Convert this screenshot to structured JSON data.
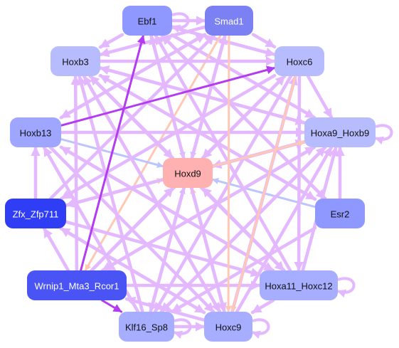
{
  "nodes": [
    {
      "id": "Ebf1",
      "label": "Ebf1",
      "fill": "#8f98ff",
      "text_color": "#111111"
    },
    {
      "id": "Smad1",
      "label": "Smad1",
      "fill": "#7b80f2",
      "text_color": "#ffffff"
    },
    {
      "id": "Hoxb3",
      "label": "Hoxb3",
      "fill": "#b7bcff",
      "text_color": "#111111"
    },
    {
      "id": "Hoxc6",
      "label": "Hoxc6",
      "fill": "#b7bcff",
      "text_color": "#111111"
    },
    {
      "id": "Hoxb13",
      "label": "Hoxb13",
      "fill": "#9fa6ff",
      "text_color": "#111111"
    },
    {
      "id": "Hoxa9_Hoxb9",
      "label": "Hoxa9_Hoxb9",
      "fill": "#b7bcff",
      "text_color": "#111111"
    },
    {
      "id": "Hoxd9",
      "label": "Hoxd9",
      "fill": "#ffb0b0",
      "text_color": "#111111"
    },
    {
      "id": "Zfx_Zfp711",
      "label": "Zfx_Zfp711",
      "fill": "#2f3ef5",
      "text_color": "#ffffff"
    },
    {
      "id": "Esr2",
      "label": "Esr2",
      "fill": "#8f98ff",
      "text_color": "#111111"
    },
    {
      "id": "Wrnip1_Mta3_Rcor1",
      "label": "Wrnip1_Mta3_Rcor1",
      "fill": "#4a54f5",
      "text_color": "#ffffff"
    },
    {
      "id": "Hoxa11_Hoxc12",
      "label": "Hoxa11_Hoxc12",
      "fill": "#a7aeff",
      "text_color": "#111111"
    },
    {
      "id": "Klf16_Sp8",
      "label": "Klf16_Sp8",
      "fill": "#a7aeff",
      "text_color": "#111111"
    },
    {
      "id": "Hoxc9",
      "label": "Hoxc9",
      "fill": "#a7aeff",
      "text_color": "#111111"
    }
  ],
  "edge_colors": {
    "pink": "#e3b8ff",
    "blue": "#bcc4ff",
    "salmon": "#ffc8b4",
    "purple": "#b23cf0"
  },
  "edges": [
    {
      "from": "Ebf1",
      "to": "Smad1",
      "color": "pink"
    },
    {
      "from": "Ebf1",
      "to": "Hoxc6",
      "color": "pink"
    },
    {
      "from": "Ebf1",
      "to": "Hoxb3",
      "color": "pink"
    },
    {
      "from": "Ebf1",
      "to": "Hoxd9",
      "color": "blue"
    },
    {
      "from": "Ebf1",
      "to": "Hoxa9_Hoxb9",
      "color": "pink"
    },
    {
      "from": "Ebf1",
      "to": "Hoxc9",
      "color": "pink"
    },
    {
      "from": "Ebf1",
      "to": "Esr2",
      "color": "pink"
    },
    {
      "from": "Smad1",
      "to": "Hoxc6",
      "color": "pink"
    },
    {
      "from": "Smad1",
      "to": "Hoxb3",
      "color": "pink"
    },
    {
      "from": "Smad1",
      "to": "Hoxd9",
      "color": "blue"
    },
    {
      "from": "Smad1",
      "to": "Hoxb13",
      "color": "pink"
    },
    {
      "from": "Smad1",
      "to": "Klf16_Sp8",
      "color": "pink"
    },
    {
      "from": "Smad1",
      "to": "Wrnip1_Mta3_Rcor1",
      "color": "salmon"
    },
    {
      "from": "Hoxb3",
      "to": "Hoxc6",
      "color": "pink"
    },
    {
      "from": "Hoxb3",
      "to": "Hoxd9",
      "color": "pink"
    },
    {
      "from": "Hoxb3",
      "to": "Hoxa9_Hoxb9",
      "color": "pink"
    },
    {
      "from": "Hoxb3",
      "to": "Hoxc9",
      "color": "pink"
    },
    {
      "from": "Hoxb3",
      "to": "Hoxa11_Hoxc12",
      "color": "pink"
    },
    {
      "from": "Hoxb3",
      "to": "Esr2",
      "color": "pink"
    },
    {
      "from": "Hoxc6",
      "to": "Hoxd9",
      "color": "pink"
    },
    {
      "from": "Hoxc6",
      "to": "Hoxa9_Hoxb9",
      "color": "pink"
    },
    {
      "from": "Hoxc6",
      "to": "Zfx_Zfp711",
      "color": "pink"
    },
    {
      "from": "Hoxc6",
      "to": "Klf16_Sp8",
      "color": "pink"
    },
    {
      "from": "Hoxc6",
      "to": "Hoxa11_Hoxc12",
      "color": "pink"
    },
    {
      "from": "Hoxb13",
      "to": "Hoxd9",
      "color": "blue"
    },
    {
      "from": "Hoxb13",
      "to": "Hoxa9_Hoxb9",
      "color": "pink"
    },
    {
      "from": "Hoxb13",
      "to": "Hoxc6",
      "color": "purple"
    },
    {
      "from": "Hoxb13",
      "to": "Hoxa11_Hoxc12",
      "color": "pink"
    },
    {
      "from": "Hoxb13",
      "to": "Hoxc9",
      "color": "pink"
    },
    {
      "from": "Hoxb13",
      "to": "Smad1",
      "color": "pink"
    },
    {
      "from": "Hoxa9_Hoxb9",
      "to": "Hoxd9",
      "color": "pink"
    },
    {
      "from": "Hoxa9_Hoxb9",
      "to": "Zfx_Zfp711",
      "color": "pink"
    },
    {
      "from": "Hoxa9_Hoxb9",
      "to": "Wrnip1_Mta3_Rcor1",
      "color": "pink"
    },
    {
      "from": "Hoxa9_Hoxb9",
      "to": "Klf16_Sp8",
      "color": "pink"
    },
    {
      "from": "Hoxa9_Hoxb9",
      "to": "Hoxb3",
      "color": "pink"
    },
    {
      "from": "Zfx_Zfp711",
      "to": "Hoxd9",
      "color": "salmon"
    },
    {
      "from": "Zfx_Zfp711",
      "to": "Hoxa9_Hoxb9",
      "color": "pink"
    },
    {
      "from": "Zfx_Zfp711",
      "to": "Hoxa11_Hoxc12",
      "color": "pink"
    },
    {
      "from": "Zfx_Zfp711",
      "to": "Hoxc9",
      "color": "pink"
    },
    {
      "from": "Zfx_Zfp711",
      "to": "Hoxb13",
      "color": "pink"
    },
    {
      "from": "Zfx_Zfp711",
      "to": "Smad1",
      "color": "pink"
    },
    {
      "from": "Esr2",
      "to": "Hoxd9",
      "color": "blue"
    },
    {
      "from": "Esr2",
      "to": "Hoxa9_Hoxb9",
      "color": "pink"
    },
    {
      "from": "Esr2",
      "to": "Hoxb3",
      "color": "pink"
    },
    {
      "from": "Esr2",
      "to": "Klf16_Sp8",
      "color": "pink"
    },
    {
      "from": "Esr2",
      "to": "Ebf1",
      "color": "pink"
    },
    {
      "from": "Wrnip1_Mta3_Rcor1",
      "to": "Hoxd9",
      "color": "pink"
    },
    {
      "from": "Wrnip1_Mta3_Rcor1",
      "to": "Ebf1",
      "color": "purple"
    },
    {
      "from": "Wrnip1_Mta3_Rcor1",
      "to": "Klf16_Sp8",
      "color": "purple"
    },
    {
      "from": "Wrnip1_Mta3_Rcor1",
      "to": "Hoxa11_Hoxc12",
      "color": "pink"
    },
    {
      "from": "Wrnip1_Mta3_Rcor1",
      "to": "Hoxc6",
      "color": "pink"
    },
    {
      "from": "Wrnip1_Mta3_Rcor1",
      "to": "Hoxa9_Hoxb9",
      "color": "pink"
    },
    {
      "from": "Wrnip1_Mta3_Rcor1",
      "to": "Hoxb3",
      "color": "pink"
    },
    {
      "from": "Wrnip1_Mta3_Rcor1",
      "to": "Zfx_Zfp711",
      "color": "pink"
    },
    {
      "from": "Hoxa11_Hoxc12",
      "to": "Hoxd9",
      "color": "pink"
    },
    {
      "from": "Hoxa11_Hoxc12",
      "to": "Hoxa9_Hoxb9",
      "color": "pink"
    },
    {
      "from": "Hoxa11_Hoxc12",
      "to": "Hoxc9",
      "color": "pink"
    },
    {
      "from": "Hoxa11_Hoxc12",
      "to": "Hoxb3",
      "color": "pink"
    },
    {
      "from": "Hoxa11_Hoxc12",
      "to": "Ebf1",
      "color": "pink"
    },
    {
      "from": "Hoxa11_Hoxc12",
      "to": "Hoxb13",
      "color": "pink"
    },
    {
      "from": "Klf16_Sp8",
      "to": "Hoxd9",
      "color": "blue"
    },
    {
      "from": "Klf16_Sp8",
      "to": "Hoxc9",
      "color": "pink"
    },
    {
      "from": "Klf16_Sp8",
      "to": "Hoxb3",
      "color": "pink"
    },
    {
      "from": "Klf16_Sp8",
      "to": "Hoxb13",
      "color": "pink"
    },
    {
      "from": "Klf16_Sp8",
      "to": "Hoxa9_Hoxb9",
      "color": "pink"
    },
    {
      "from": "Klf16_Sp8",
      "to": "Smad1",
      "color": "pink"
    },
    {
      "from": "Hoxc9",
      "to": "Hoxd9",
      "color": "salmon"
    },
    {
      "from": "Hoxc9",
      "to": "Hoxa9_Hoxb9",
      "color": "pink"
    },
    {
      "from": "Hoxc9",
      "to": "Hoxb3",
      "color": "pink"
    },
    {
      "from": "Hoxc9",
      "to": "Ebf1",
      "color": "pink"
    },
    {
      "from": "Hoxc9",
      "to": "Hoxc6",
      "color": "pink"
    },
    {
      "from": "Hoxc9",
      "to": "Zfx_Zfp711",
      "color": "pink"
    },
    {
      "from": "Hoxc9",
      "to": "Wrnip1_Mta3_Rcor1",
      "color": "pink"
    },
    {
      "from": "Smad1",
      "to": "Hoxc9",
      "color": "salmon"
    },
    {
      "from": "Hoxc6",
      "to": "Hoxc9",
      "color": "salmon"
    },
    {
      "from": "Hoxd9",
      "to": "Hoxa9_Hoxb9",
      "color": "salmon"
    }
  ],
  "self_loops": [
    {
      "node": "Ebf1",
      "color": "pink"
    },
    {
      "node": "Hoxa9_Hoxb9",
      "color": "pink"
    },
    {
      "node": "Hoxa11_Hoxc12",
      "color": "pink"
    },
    {
      "node": "Klf16_Sp8",
      "color": "pink"
    },
    {
      "node": "Hoxc9",
      "color": "pink"
    }
  ]
}
